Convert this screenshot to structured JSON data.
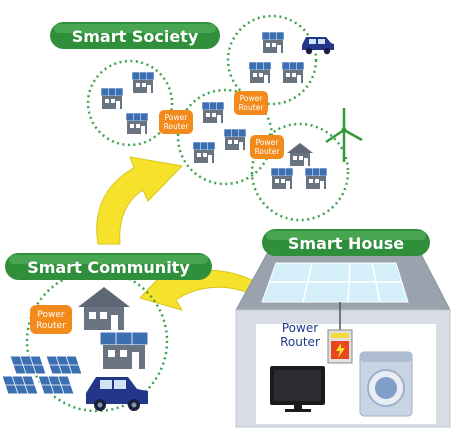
{
  "titles": {
    "smart_society": "Smart Society",
    "smart_community": "Smart Community",
    "smart_house": "Smart House"
  },
  "power_router": {
    "line1": "Power",
    "line2": "Router"
  },
  "colors": {
    "title_banner": "#2f8f3a",
    "title_text": "#ffffff",
    "circle_stroke": "#3fa34d",
    "router_fill": "#f28a1c",
    "arrow_fill": "#f6e22a",
    "house_wall": "#d8dce4",
    "roof": "#9aa2ae",
    "solar_panel": "#3c6fb2",
    "car": "#24368a",
    "house_icon": "#6a7480"
  },
  "icons": {
    "solar_house": "solar-house-icon",
    "plain_house": "house-icon",
    "car": "car-icon",
    "wind_turbine": "wind-turbine-icon",
    "solar_array": "solar-panel-icon",
    "tv": "tv-icon",
    "washing_machine": "washing-machine-icon",
    "battery_unit": "power-router-device-icon"
  }
}
